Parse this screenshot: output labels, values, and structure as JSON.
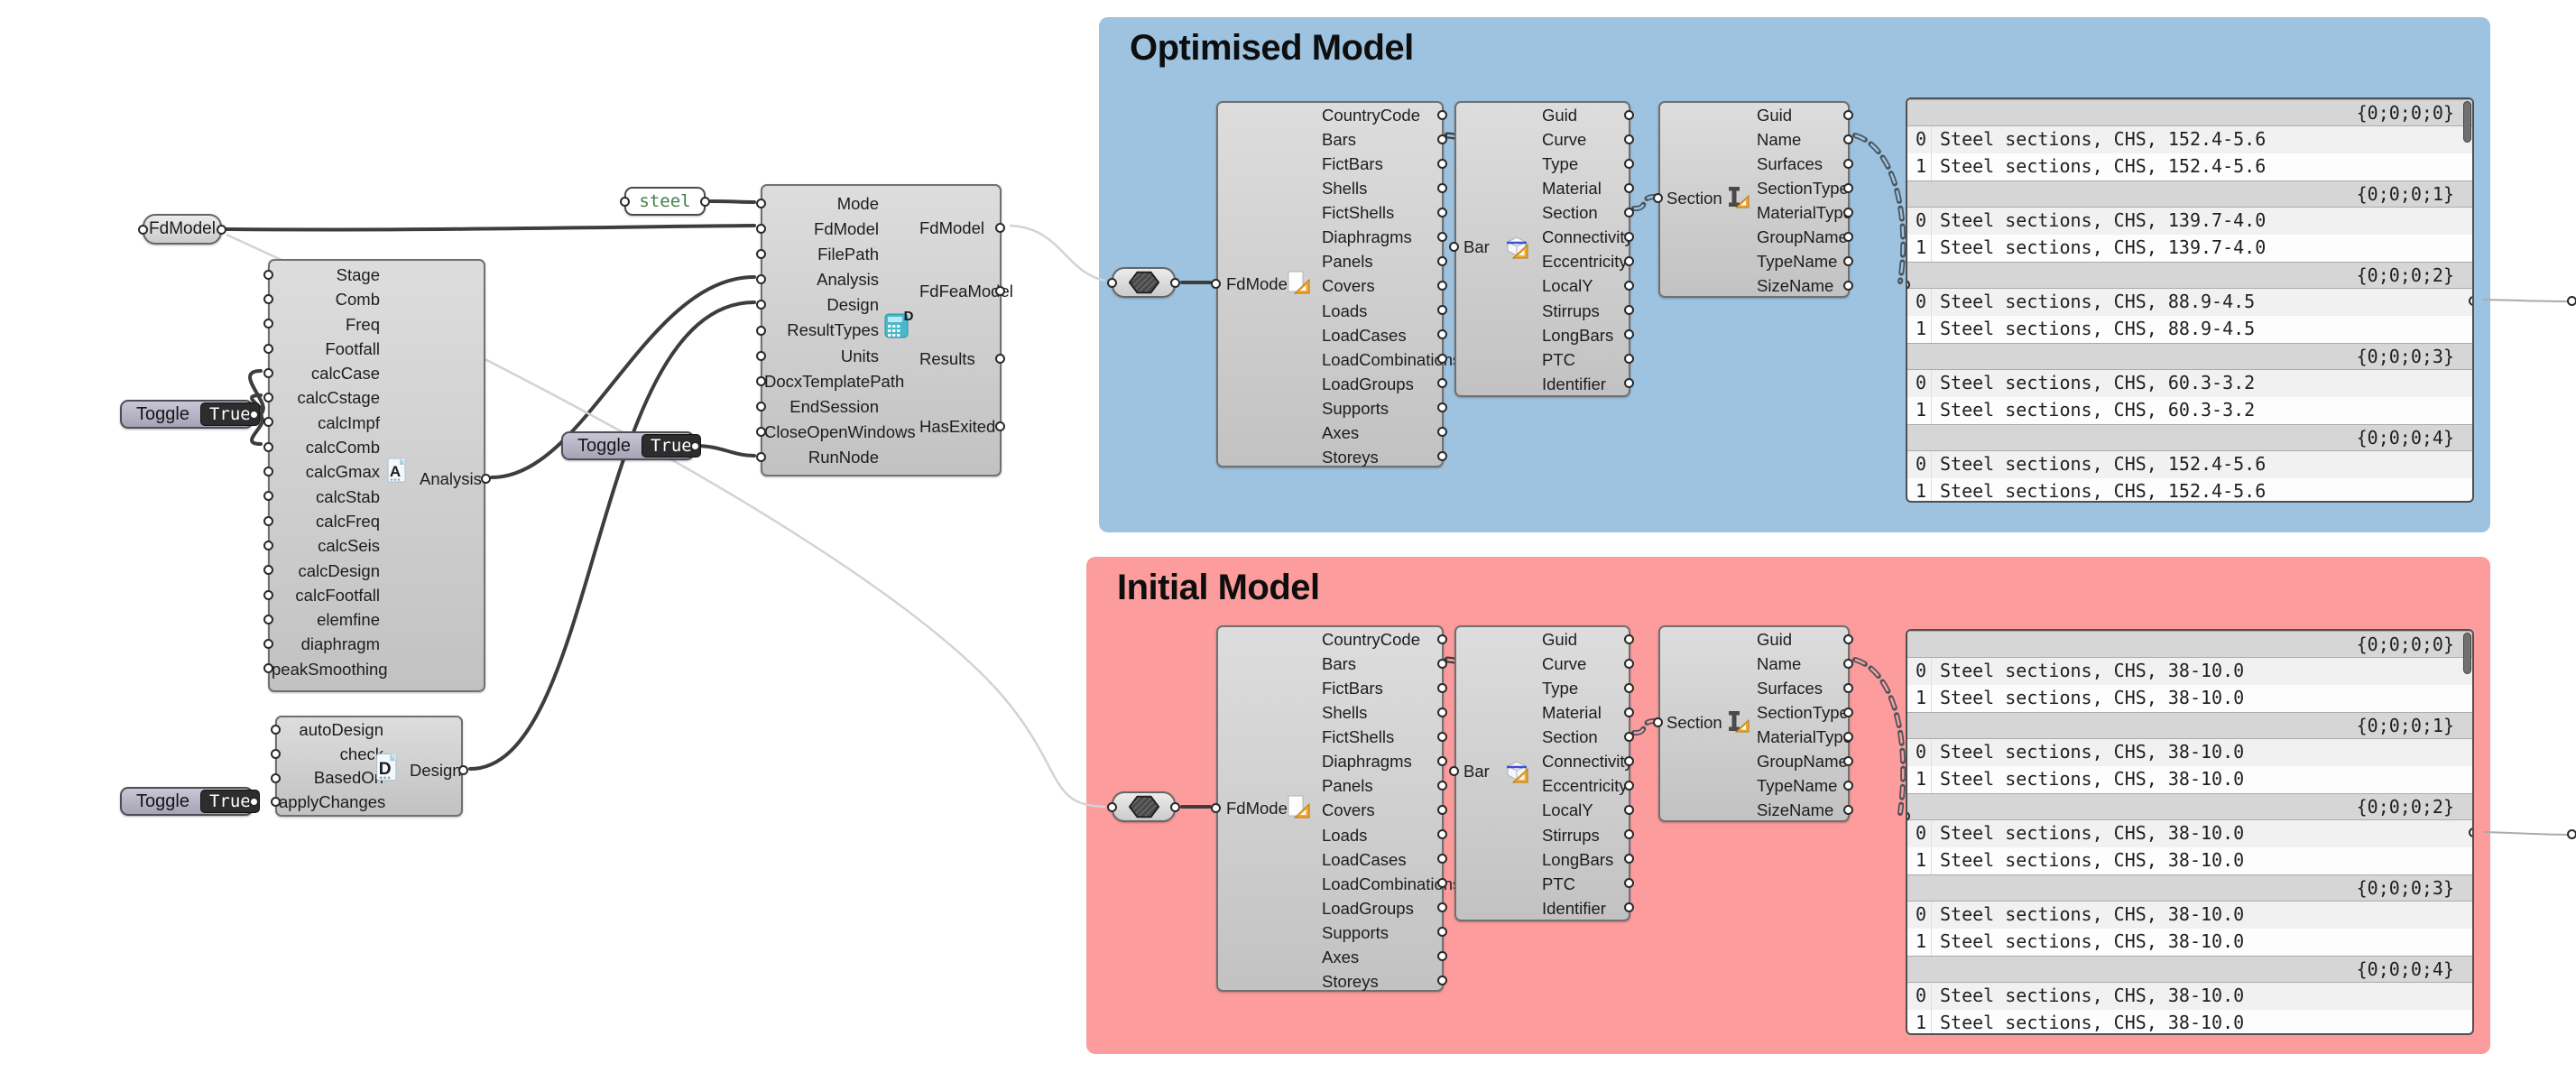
{
  "colors": {
    "canvas": "#ffffff",
    "group_optimised": "#9dc3e0",
    "group_initial": "#fc9c9c",
    "wire": "#3d3d3d",
    "wire_light": "#d0d3d7",
    "wire_dashed": "#4a545c",
    "component_border": "#707070",
    "steel_text": "#3e7e49",
    "toggle_value_bg": "#2d2d2d",
    "panel_header_bg": "#d6d6d6"
  },
  "params": {
    "fdmodel": {
      "label": "FdModel"
    },
    "steel": {
      "text": "steel"
    }
  },
  "toggles": {
    "calc": {
      "label": "Toggle",
      "value": "True"
    },
    "run": {
      "label": "Toggle",
      "value": "True"
    },
    "apply": {
      "label": "Toggle",
      "value": "True"
    }
  },
  "analysis_component": {
    "inputs": [
      "Stage",
      "Comb",
      "Freq",
      "Footfall",
      "calcCase",
      "calcCstage",
      "calcImpf",
      "calcComb",
      "calcGmax",
      "calcStab",
      "calcFreq",
      "calcSeis",
      "calcDesign",
      "calcFootfall",
      "elemfine",
      "diaphragm",
      "peakSmoothing"
    ],
    "output": "Analysis",
    "icon": "a-document-icon"
  },
  "design_component": {
    "inputs": [
      "autoDesign",
      "check",
      "BasedOn",
      "applyChanges"
    ],
    "output": "Design",
    "icon": "d-document-icon"
  },
  "application_component": {
    "inputs": [
      "Mode",
      "FdModel",
      "FilePath",
      "Analysis",
      "Design",
      "ResultTypes",
      "Units",
      "DocxTemplatePath",
      "EndSession",
      "CloseOpenWindows",
      "RunNode"
    ],
    "outputs": [
      "FdModel",
      "FdFeaModel",
      "Results",
      "HasExited"
    ],
    "icon": "fd-calculator-icon"
  },
  "deconstruct_model": {
    "input": "FdModel",
    "icon": "page-setsquare-icon",
    "outputs": [
      "CountryCode",
      "Bars",
      "FictBars",
      "Shells",
      "FictShells",
      "Diaphragms",
      "Panels",
      "Covers",
      "Loads",
      "LoadCases",
      "LoadCombinations",
      "LoadGroups",
      "Supports",
      "Axes",
      "Storeys"
    ]
  },
  "deconstruct_bar": {
    "input": "Bar",
    "icon": "cube-setsquare-icon",
    "outputs": [
      "Guid",
      "Curve",
      "Type",
      "Material",
      "Section",
      "Connectivity",
      "Eccentricity",
      "LocalY",
      "Stirrups",
      "LongBars",
      "PTC",
      "Identifier"
    ]
  },
  "deconstruct_section": {
    "input": "Section",
    "icon": "ibeam-setsquare-icon",
    "outputs": [
      "Guid",
      "Name",
      "Surfaces",
      "SectionType",
      "MaterialType",
      "GroupName",
      "TypeName",
      "SizeName"
    ]
  },
  "groups": {
    "optimised": {
      "title": "Optimised Model",
      "panel": {
        "branches": [
          {
            "path": "{0;0;0;0}",
            "rows": [
              {
                "i": "0",
                "t": "Steel sections, CHS, 152.4-5.6"
              },
              {
                "i": "1",
                "t": "Steel sections, CHS, 152.4-5.6"
              }
            ]
          },
          {
            "path": "{0;0;0;1}",
            "rows": [
              {
                "i": "0",
                "t": "Steel sections, CHS, 139.7-4.0"
              },
              {
                "i": "1",
                "t": "Steel sections, CHS, 139.7-4.0"
              }
            ]
          },
          {
            "path": "{0;0;0;2}",
            "rows": [
              {
                "i": "0",
                "t": "Steel sections, CHS, 88.9-4.5"
              },
              {
                "i": "1",
                "t": "Steel sections, CHS, 88.9-4.5"
              }
            ]
          },
          {
            "path": "{0;0;0;3}",
            "rows": [
              {
                "i": "0",
                "t": "Steel sections, CHS, 60.3-3.2"
              },
              {
                "i": "1",
                "t": "Steel sections, CHS, 60.3-3.2"
              }
            ]
          },
          {
            "path": "{0;0;0;4}",
            "rows": [
              {
                "i": "0",
                "t": "Steel sections, CHS, 152.4-5.6"
              },
              {
                "i": "1",
                "t": "Steel sections, CHS, 152.4-5.6"
              }
            ]
          }
        ]
      }
    },
    "initial": {
      "title": "Initial Model",
      "panel": {
        "branches": [
          {
            "path": "{0;0;0;0}",
            "rows": [
              {
                "i": "0",
                "t": "Steel sections, CHS, 38-10.0"
              },
              {
                "i": "1",
                "t": "Steel sections, CHS, 38-10.0"
              }
            ]
          },
          {
            "path": "{0;0;0;1}",
            "rows": [
              {
                "i": "0",
                "t": "Steel sections, CHS, 38-10.0"
              },
              {
                "i": "1",
                "t": "Steel sections, CHS, 38-10.0"
              }
            ]
          },
          {
            "path": "{0;0;0;2}",
            "rows": [
              {
                "i": "0",
                "t": "Steel sections, CHS, 38-10.0"
              },
              {
                "i": "1",
                "t": "Steel sections, CHS, 38-10.0"
              }
            ]
          },
          {
            "path": "{0;0;0;3}",
            "rows": [
              {
                "i": "0",
                "t": "Steel sections, CHS, 38-10.0"
              },
              {
                "i": "1",
                "t": "Steel sections, CHS, 38-10.0"
              }
            ]
          },
          {
            "path": "{0;0;0;4}",
            "rows": [
              {
                "i": "0",
                "t": "Steel sections, CHS, 38-10.0"
              },
              {
                "i": "1",
                "t": "Steel sections, CHS, 38-10.0"
              }
            ]
          }
        ]
      }
    }
  }
}
